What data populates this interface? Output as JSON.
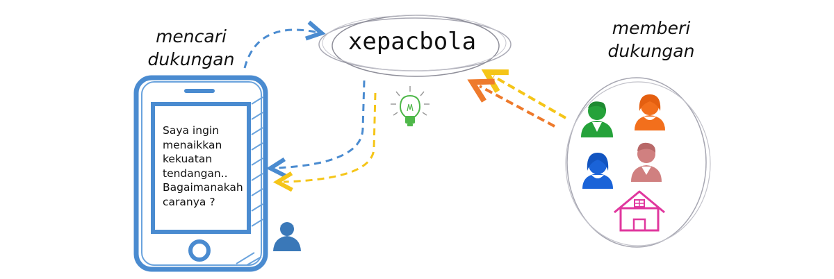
{
  "labels": {
    "seek_support": "mencari dukungan",
    "give_support": "memberi dukungan"
  },
  "brand": "xepacbola",
  "phone_message": "Saya ingin menaikkan kekuatan tendangan.. Bagaimanakah caranya ?",
  "icons": [
    "user-icon",
    "lightbulb-icon",
    "woman-icon",
    "man-icon",
    "house-icon",
    "smartphone-icon"
  ],
  "colors": {
    "blue": "#4a8bd0",
    "yellow": "#f5c518",
    "orange": "#ee7a2c",
    "green": "#25a23a",
    "person_orange": "#f26f1c",
    "person_blue": "#1a63d8",
    "person_rose": "#d08080",
    "house_pink": "#e0379e"
  }
}
